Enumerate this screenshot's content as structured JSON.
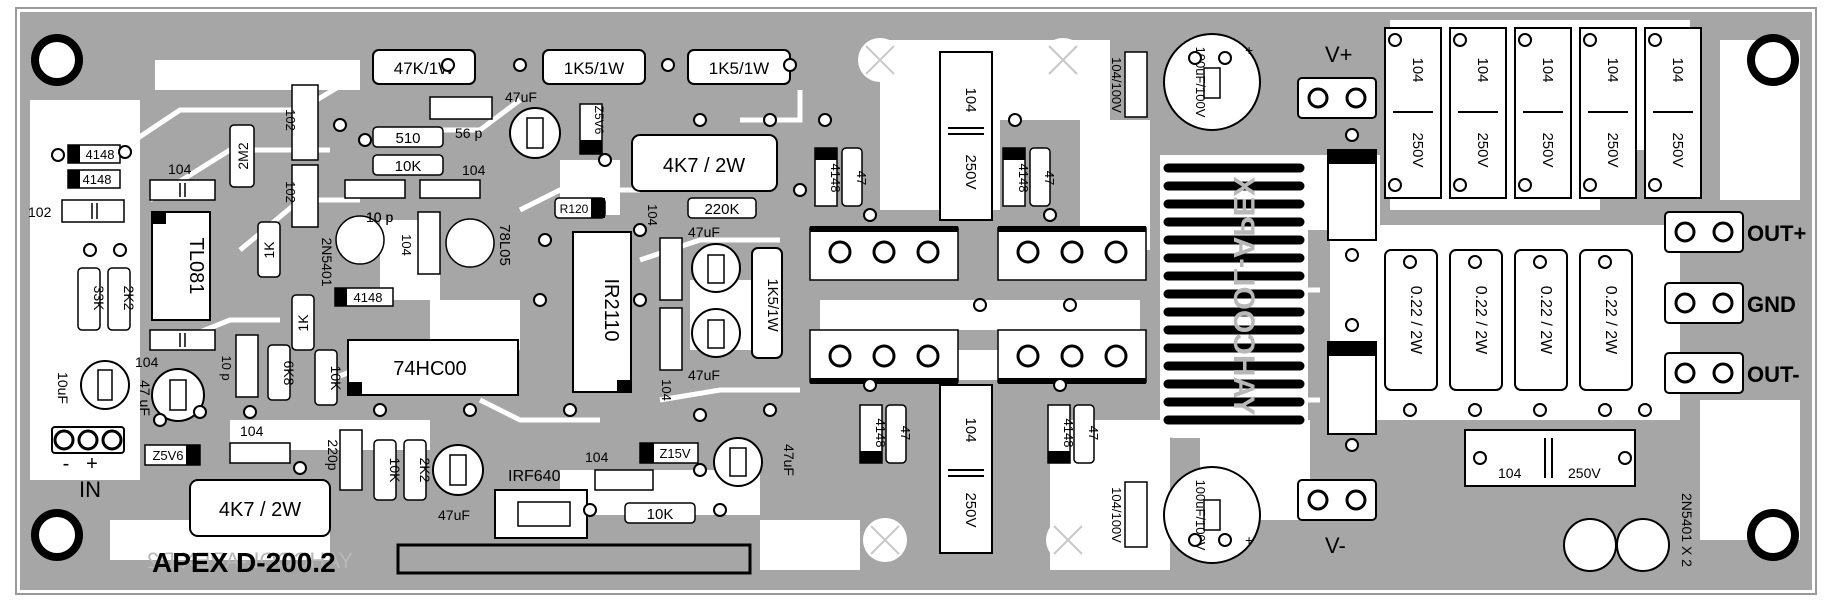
{
  "board": {
    "title": "APEX D-200.2",
    "mirror_title": "YAHCOOL-APEX D2",
    "copper_color": "#a6a6a6",
    "silk_color": "#000000",
    "background_color": "#ffffff"
  },
  "connectors": {
    "in": "IN",
    "in_minus": "-",
    "in_plus": "+",
    "v_plus": "V+",
    "v_minus": "V-",
    "out_plus": "OUT+",
    "gnd": "GND",
    "out_minus": "OUT-"
  },
  "resistors": {
    "r47k": "47K/1W",
    "r1k5_a": "1K5/1W",
    "r1k5_b": "1K5/1W",
    "r1k5_c": "1K5/1W",
    "r4k7_top": "4K7 / 2W",
    "r4k7_bottom": "4K7 / 2W",
    "r510": "510",
    "r10k_top": "10K",
    "r10k_bottom": "10K",
    "r10k_vert": "10K",
    "r10k_vert2": "10K",
    "r220k": "220K",
    "r120": "R120",
    "r2m2": "2M2",
    "r1k_a": "1K",
    "r1k_b": "1K",
    "r33k": "33K",
    "r2k2_a": "2K2",
    "r2k2_b": "2K2",
    "r6k8": "6K8",
    "r47_a": "47",
    "r47_b": "47",
    "r47_c": "47",
    "r47_d": "47",
    "r022": "0.22 / 2W"
  },
  "capacitors": {
    "c47uf": "47uF",
    "c56p": "56 p",
    "c10p_a": "10 p",
    "c10p_b": "10 p",
    "c220p": "220p",
    "c104": "104",
    "c102": "102",
    "c10uf": "10uF",
    "c47uf_alt": "47 uF",
    "c100uf": "100uF/100V",
    "c104_100v": "104/100V",
    "c250v": "250V"
  },
  "semis": {
    "d4148": "4148",
    "z5v6": "Z5V6",
    "z15v": "Z15V",
    "tl081": "TL081",
    "ic74hc00": "74HC00",
    "ir2110": "IR2110",
    "reg7805": "78L05",
    "q2n5401": "2N5401",
    "q2n5401x2": "2N5401 X 2",
    "irf640": "IRF640",
    "coil_mirror": "YAHCOOL-APEX"
  }
}
